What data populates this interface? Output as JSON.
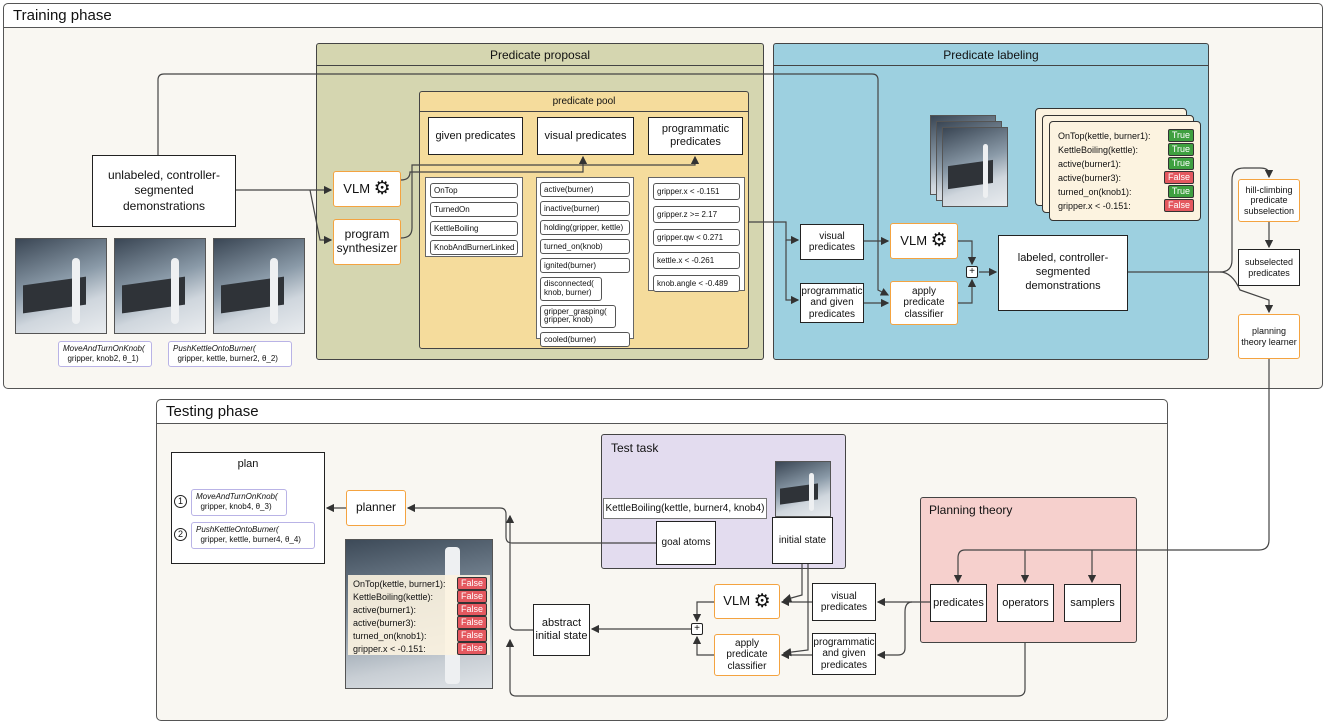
{
  "training": {
    "title": "Training phase",
    "demos": "unlabeled, controller-segmented demonstrations",
    "skill1": {
      "name": "MoveAndTurnOnKnob(",
      "args": "gripper, knob2, θ_1)"
    },
    "skill2": {
      "name": "PushKettleOntoBurner(",
      "args": "gripper, kettle, burner2, θ_2)"
    },
    "proposal": {
      "title": "Predicate proposal",
      "vlm": "VLM",
      "synth": "program synthesizer",
      "pool_title": "predicate pool",
      "given_h": "given predicates",
      "visual_h": "visual predicates",
      "prog_h": "programmatic predicates",
      "given": [
        "OnTop",
        "TurnedOn",
        "KettleBoiling",
        "KnobAndBurnerLinked"
      ],
      "visual": [
        "active(burner)",
        "inactive(burner)",
        "holding(gripper, kettle)",
        "turned_on(knob)",
        "ignited(burner)",
        "disconnected( knob, burner)",
        "gripper_grasping( gripper, knob)",
        "cooled(burner)"
      ],
      "prog": [
        "gripper.x < -0.151",
        "gripper.z >= 2.17",
        "gripper.qw < 0.271",
        "kettle.x < -0.261",
        "knob.angle < -0.489"
      ]
    },
    "labeling": {
      "title": "Predicate labeling",
      "visual": "visual predicates",
      "prog": "programmatic and given predicates",
      "vlm": "VLM",
      "apply": "apply predicate classifier",
      "plus": "+",
      "labeled": "labeled, controller-segmented demonstrations",
      "rows": [
        {
          "k": "OnTop(kettle, burner1):",
          "v": "True"
        },
        {
          "k": "KettleBoiling(kettle):",
          "v": "True"
        },
        {
          "k": "active(burner1):",
          "v": "True"
        },
        {
          "k": "active(burner3):",
          "v": "False"
        },
        {
          "k": "turned_on(knob1):",
          "v": "True"
        },
        {
          "k": "gripper.x < -0.151:",
          "v": "False"
        }
      ]
    },
    "hill": "hill-climbing predicate subselection",
    "subsel": "subselected predicates",
    "theory": "planning theory learner"
  },
  "testing": {
    "title": "Testing phase",
    "plan_title": "plan",
    "plan": [
      {
        "n": "1",
        "name": "MoveAndTurnOnKnob(",
        "args": "gripper, knob4, θ_3)"
      },
      {
        "n": "2",
        "name": "PushKettleOntoBurner(",
        "args": "gripper, kettle, burner4, θ_4)"
      }
    ],
    "planner": "planner",
    "task_title": "Test task",
    "goal": "KettleBoiling(kettle, burner4, knob4)",
    "goal_atoms": "goal atoms",
    "initial": "initial state",
    "state_rows": [
      {
        "k": "OnTop(kettle, burner1):",
        "v": "False"
      },
      {
        "k": "KettleBoiling(kettle):",
        "v": "False"
      },
      {
        "k": "active(burner1):",
        "v": "False"
      },
      {
        "k": "active(burner3):",
        "v": "False"
      },
      {
        "k": "turned_on(knob1):",
        "v": "False"
      },
      {
        "k": "gripper.x < -0.151:",
        "v": "False"
      }
    ],
    "abstract": "abstract initial state",
    "vlm": "VLM",
    "apply": "apply predicate classifier",
    "plus": "+",
    "visual": "visual predicates",
    "prog": "programmatic and given predicates",
    "theory_title": "Planning theory",
    "predicates": "predicates",
    "operators": "operators",
    "samplers": "samplers"
  },
  "colors": {
    "proposal_bg": "#d5d6b0",
    "pool_bg": "#f5dc9c",
    "labeling_bg": "#9dd0e0",
    "task_bg": "#e3dcef",
    "theory_bg": "#f6d0cd",
    "accent": "#f4a340"
  }
}
